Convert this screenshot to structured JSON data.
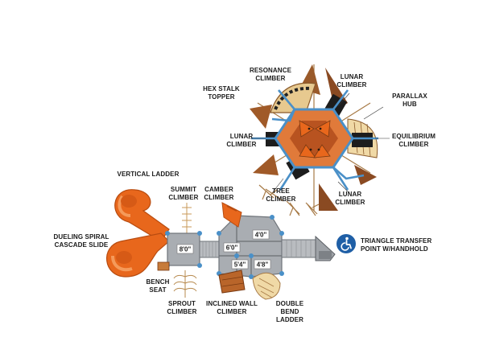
{
  "labels": {
    "resonance_climber": "RESONANCE\nCLIMBER",
    "lunar_climber_top": "LUNAR\nCLIMBER",
    "hex_stalk_topper": "HEX STALK\nTOPPER",
    "parallax_hub": "PARALLAX\nHUB",
    "lunar_climber_left": "LUNAR\nCLIMBER",
    "equilibrium_climber": "EQUILIBRIUM\nCLIMBER",
    "vertical_ladder": "VERTICAL LADDER",
    "summit_climber": "SUMMIT\nCLIMBER",
    "camber_climber": "CAMBER\nCLIMBER",
    "tree_climber": "TREE\nCLIMBER",
    "lunar_climber_bottom": "LUNAR\nCLIMBER",
    "dueling_spiral": "DUELING SPIRAL\nCASCADE SLIDE",
    "triangle_transfer": "TRIANGLE TRANSFER\nPOINT W/HANDHOLD",
    "bench_seat": "BENCH\nSEAT",
    "sprout_climber": "SPROUT\nCLIMBER",
    "inclined_wall": "INCLINED WALL\nCLIMBER",
    "double_bend": "DOUBLE\nBEND LADDER"
  },
  "deck_heights": {
    "d1": "8'0\"",
    "d2": "6'0\"",
    "d3": "4'0\"",
    "d4": "5'4\"",
    "d5": "4'8\""
  },
  "colors": {
    "orange": "#e8671c",
    "orange_dark": "#c44f10",
    "gray_deck": "#a9adb2",
    "gray_dark": "#6f747a",
    "blue_post": "#4a90c8",
    "brown_rope": "#8a5a2b",
    "ada_blue": "#1f5fa6"
  },
  "icons": [
    "wheelchair-accessibility-icon"
  ]
}
